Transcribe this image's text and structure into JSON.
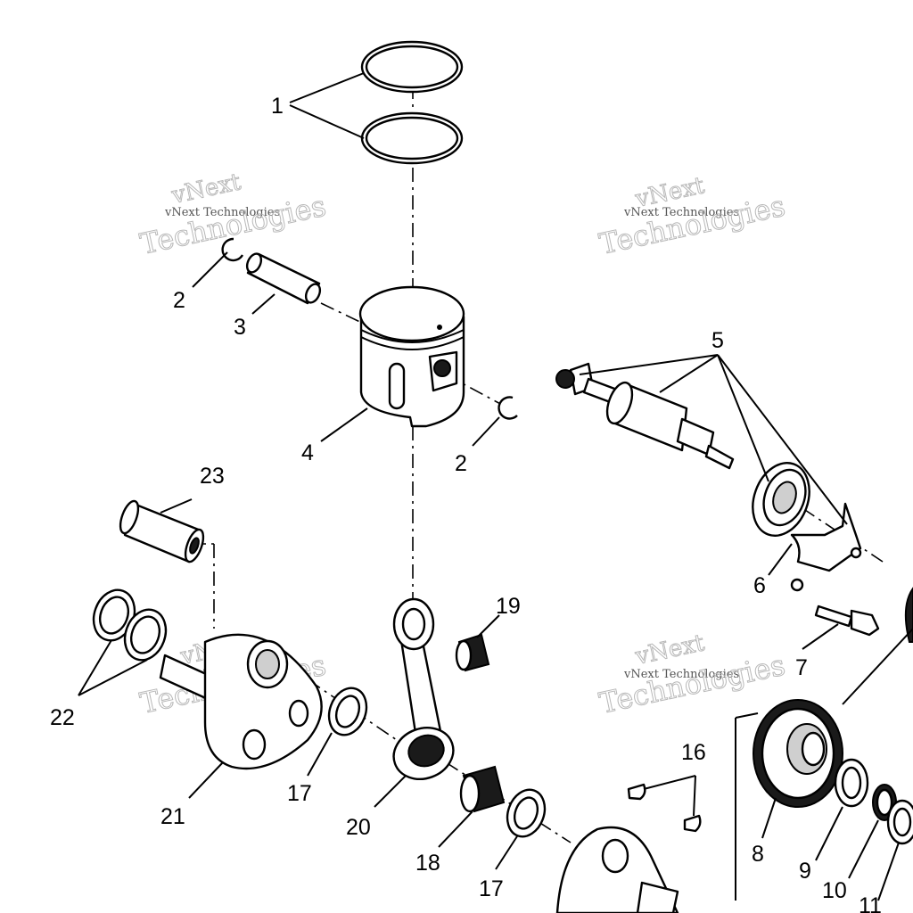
{
  "watermark": {
    "line_a": "vNext",
    "line_b": "vNext Technologies",
    "line_c": "Technologies"
  },
  "callouts": {
    "c1": "1",
    "c2a": "2",
    "c2b": "2",
    "c3": "3",
    "c4": "4",
    "c5": "5",
    "c6": "6",
    "c7": "7",
    "c8": "8",
    "c9": "9",
    "c10": "10",
    "c11": "11",
    "c16": "16",
    "c17a": "17",
    "c17b": "17",
    "c18": "18",
    "c19": "19",
    "c20": "20",
    "c21": "21",
    "c22": "22",
    "c23": "23"
  }
}
